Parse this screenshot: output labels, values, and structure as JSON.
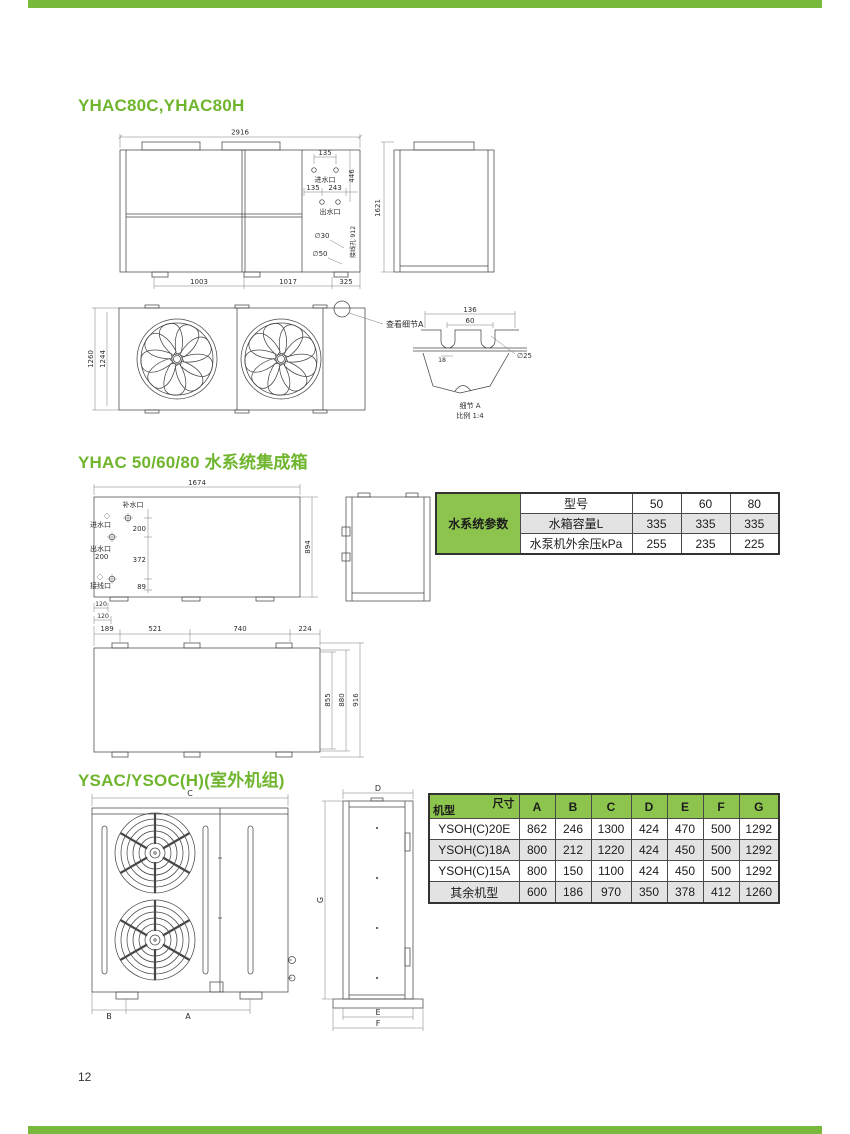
{
  "page": {
    "number": "12"
  },
  "colors": {
    "accent_green": "#6fb52e",
    "table_header_green": "#8cc44e",
    "edge_bar_green": "#79b93c",
    "row_alt_gray": "#e3e3e3"
  },
  "titles": {
    "s1": "YHAC80C,YHAC80H",
    "s2": "YHAC 50/60/80 水系统集成箱",
    "s3": "YSAC/YSOC(H)(室外机组)"
  },
  "d1": {
    "w2916": "2916",
    "t135a": "135",
    "inlet": "进水口",
    "t135b": "135",
    "t243": "243",
    "v446": "446",
    "outlet": "出水口",
    "d30": "∅30",
    "d50": "∅50",
    "hole912": "接线孔 912",
    "b1003": "1003",
    "b1017": "1017",
    "b325": "325",
    "h1621": "1621"
  },
  "d2": {
    "v1260": "1260",
    "v1244": "1244",
    "see_detail": "查看细节A",
    "t136": "136",
    "t60": "60",
    "t18": "18",
    "d25": "∅25",
    "cap1": "细节 A",
    "cap2": "比例 1:4"
  },
  "d3": {
    "w1674": "1674",
    "makeup": "补水口",
    "inlet": "进水口",
    "t200a": "200",
    "outlet": "出水口",
    "t200b": "200",
    "t372": "372",
    "wiring": "接线口",
    "t89": "89",
    "h894": "894",
    "t120": "120"
  },
  "d4": {
    "t120": "120",
    "t189": "189",
    "t521": "521",
    "t740": "740",
    "t224": "224",
    "v855": "855",
    "v880": "880",
    "v916": "916"
  },
  "d5": {
    "C": "C",
    "B": "B",
    "A": "A"
  },
  "d6": {
    "D": "D",
    "G": "G",
    "E": "E",
    "F": "F"
  },
  "table1": {
    "header": "水系统参数",
    "rows": [
      {
        "label": "型号",
        "v": [
          "50",
          "60",
          "80"
        ]
      },
      {
        "label": "水箱容量L",
        "v": [
          "335",
          "335",
          "335"
        ]
      },
      {
        "label": "水泵机外余压kPa",
        "v": [
          "255",
          "235",
          "225"
        ]
      }
    ]
  },
  "table2": {
    "corner_top": "尺寸",
    "corner_bottom": "机型",
    "cols": [
      "A",
      "B",
      "C",
      "D",
      "E",
      "F",
      "G"
    ],
    "rows": [
      {
        "m": "YSOH(C)20E",
        "v": [
          "862",
          "246",
          "1300",
          "424",
          "470",
          "500",
          "1292"
        ]
      },
      {
        "m": "YSOH(C)18A",
        "v": [
          "800",
          "212",
          "1220",
          "424",
          "450",
          "500",
          "1292"
        ]
      },
      {
        "m": "YSOH(C)15A",
        "v": [
          "800",
          "150",
          "1100",
          "424",
          "450",
          "500",
          "1292"
        ]
      },
      {
        "m": "其余机型",
        "v": [
          "600",
          "186",
          "970",
          "350",
          "378",
          "412",
          "1260"
        ]
      }
    ]
  }
}
